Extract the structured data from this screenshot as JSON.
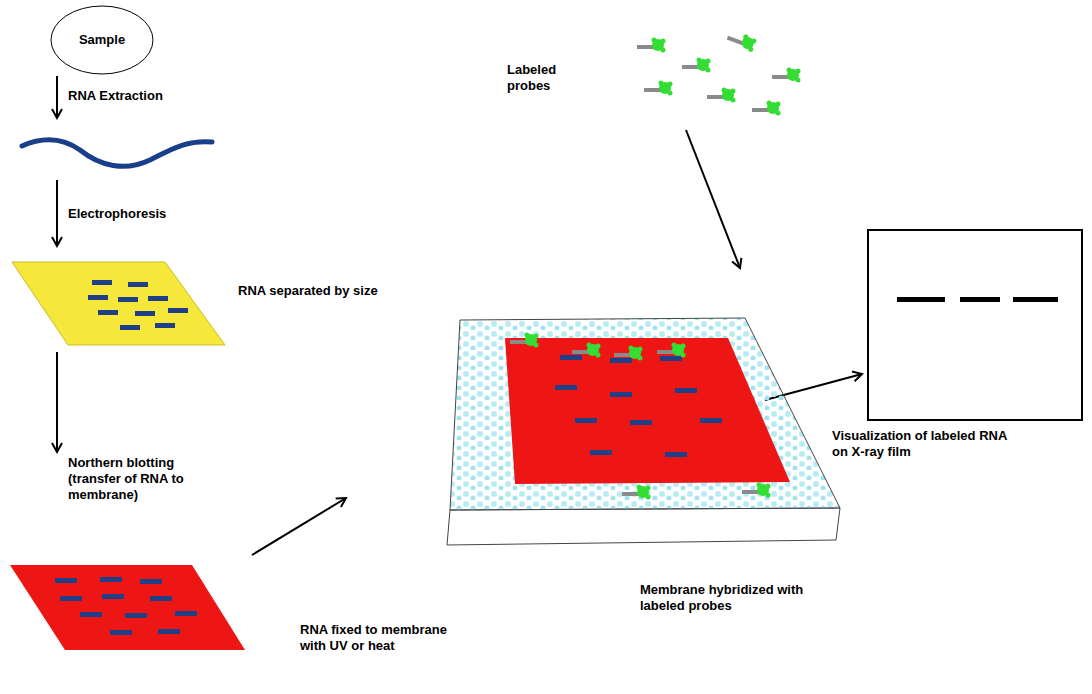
{
  "diagram": {
    "nodes": [
      {
        "text": [
          "Sample"
        ]
      }
    ],
    "labels": [
      "RNA Extraction",
      "Electrophoresis",
      "RNA separated by size",
      "Northern blotting (transfer of RNA to membrane)",
      "RNA fixed to membrane with UV or heat",
      "Labeled probes",
      "Membrane hybridized with labeled probes",
      "Visualization of labeled RNA on X-ray film"
    ]
  }
}
